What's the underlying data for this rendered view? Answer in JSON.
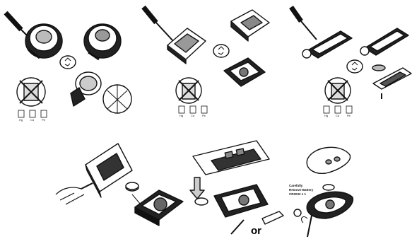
{
  "panels": {
    "p1": {
      "bin_labels": [
        "Hg",
        "Cd",
        "Pb"
      ]
    },
    "p2": {
      "bin_labels": [
        "Hg",
        "Cd",
        "Pb"
      ]
    },
    "p3": {
      "bin_labels": [
        "Hg",
        "Cd",
        "Pb"
      ]
    },
    "p5": {
      "or_label": "or"
    },
    "p6": {
      "caution_lines": [
        "Carefully",
        "Remove Battery",
        "CR2032 x 1"
      ]
    }
  },
  "icons": [
    "screwdriver-icon",
    "recycle-icon",
    "crossed-bin-icon",
    "battery-icon",
    "hand-icon",
    "key-fob-icon"
  ]
}
